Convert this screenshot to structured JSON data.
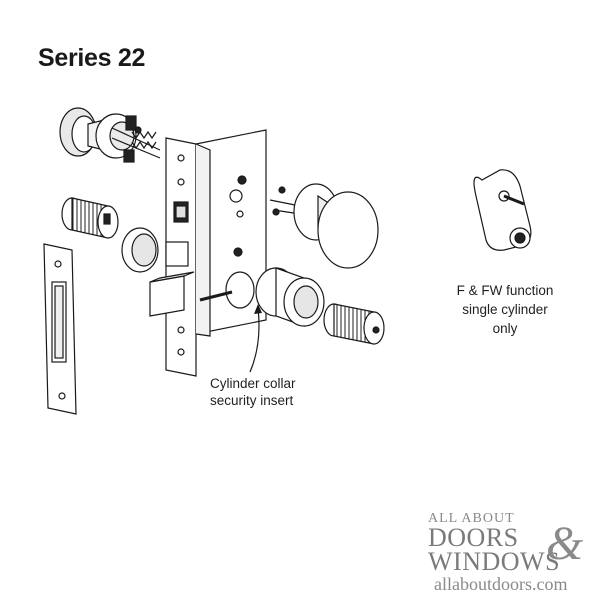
{
  "title": "Series 22",
  "callout": {
    "line1": "Cylinder collar",
    "line2": "security insert"
  },
  "note": {
    "line1": "F & FW function",
    "line2": "single cylinder",
    "line3": "only"
  },
  "logo": {
    "line1": "ALL ABOUT",
    "doors": "DOORS",
    "amp": "&",
    "windows": "WINDOWS",
    "url": "allaboutdoors.com"
  },
  "colors": {
    "ink": "#1a1a1a",
    "shade": "#cfcfcf",
    "logo": "#808080"
  }
}
